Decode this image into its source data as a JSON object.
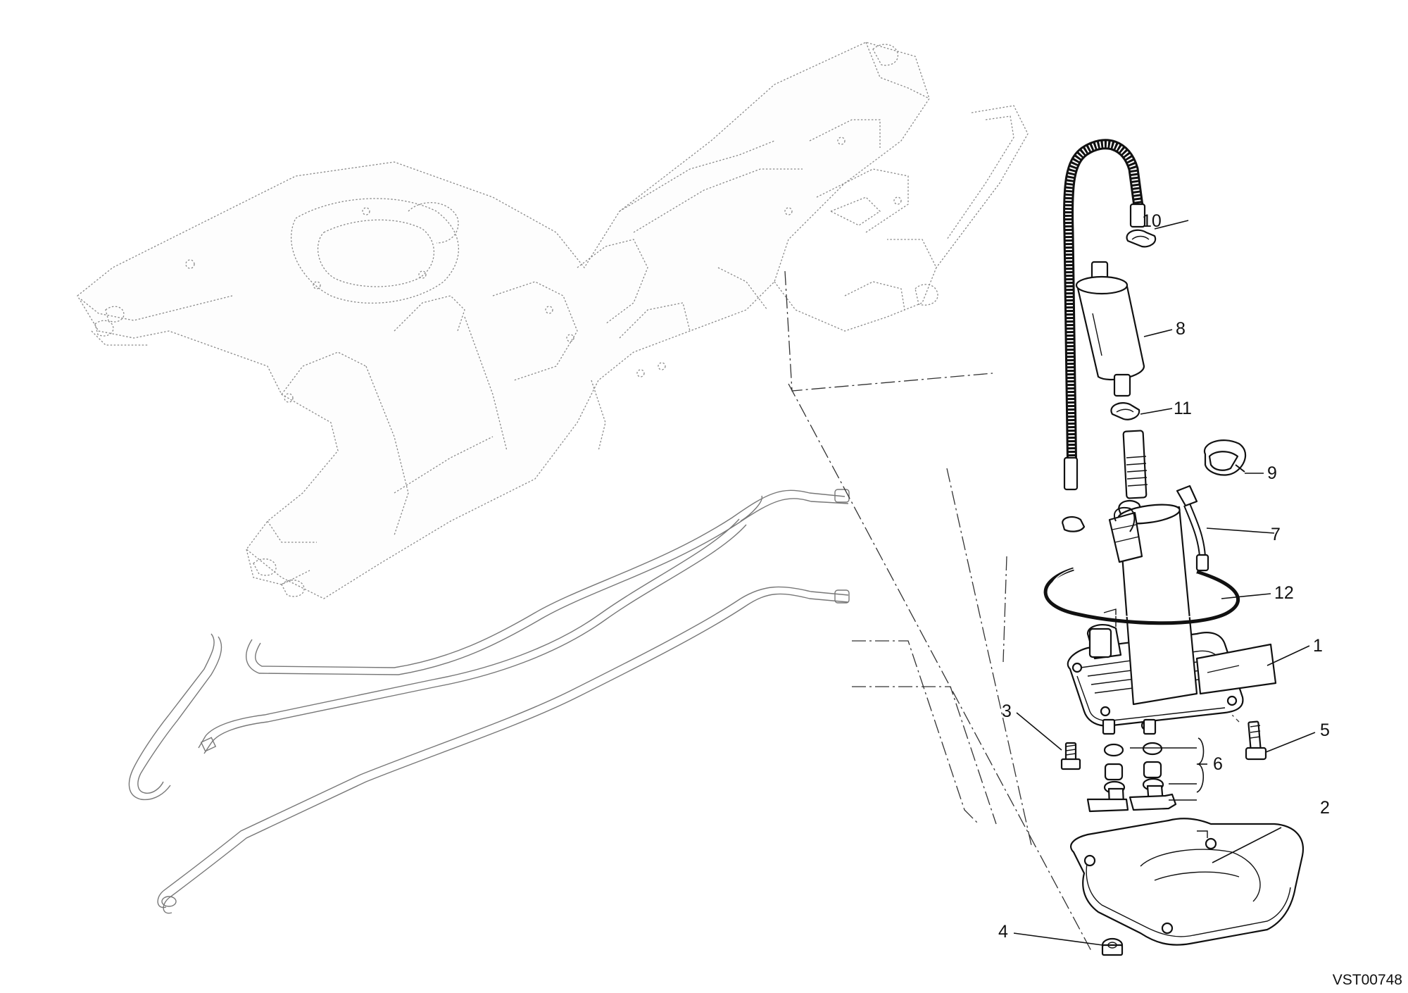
{
  "diagram": {
    "drawing_code": "VST00748",
    "callouts": [
      {
        "id": "1",
        "label": "1"
      },
      {
        "id": "2",
        "label": "2"
      },
      {
        "id": "3",
        "label": "3"
      },
      {
        "id": "4",
        "label": "4"
      },
      {
        "id": "5",
        "label": "5"
      },
      {
        "id": "6",
        "label": "6"
      },
      {
        "id": "7",
        "label": "7"
      },
      {
        "id": "8",
        "label": "8"
      },
      {
        "id": "9",
        "label": "9"
      },
      {
        "id": "10",
        "label": "10"
      },
      {
        "id": "11",
        "label": "11"
      },
      {
        "id": "12",
        "label": "12"
      }
    ]
  }
}
